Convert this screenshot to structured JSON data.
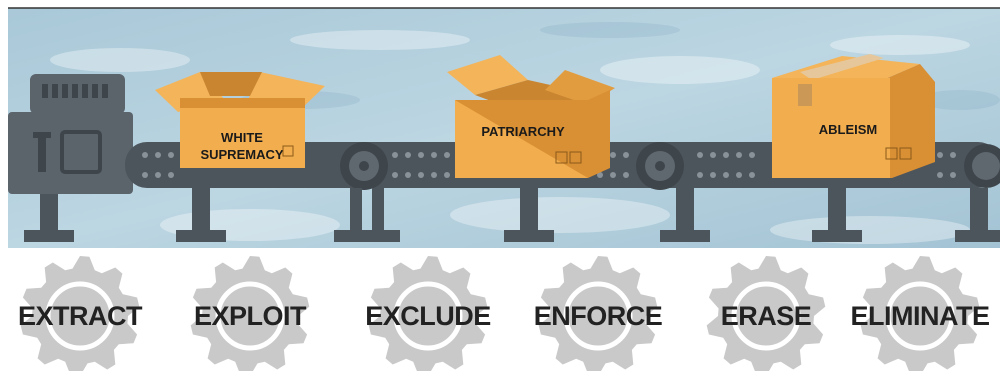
{
  "boxes": [
    {
      "label_line1": "WHITE",
      "label_line2": "SUPREMACY"
    },
    {
      "label_line1": "PATRIARCHY"
    },
    {
      "label_line1": "ABLEISM"
    }
  ],
  "gears": [
    {
      "label": "EXTRACT"
    },
    {
      "label": "EXPLOIT"
    },
    {
      "label": "EXCLUDE"
    },
    {
      "label": "ENFORCE"
    },
    {
      "label": "ERASE"
    },
    {
      "label": "ELIMINATE"
    }
  ],
  "colors": {
    "sky": "#b8d2df",
    "sky_dark": "#9dbfd0",
    "machine": "#5b636b",
    "machine_dark": "#454c53",
    "belt": "#4d555c",
    "box": "#f0a94a",
    "box_shade": "#d98f33",
    "gear": "#c9c9c9"
  }
}
